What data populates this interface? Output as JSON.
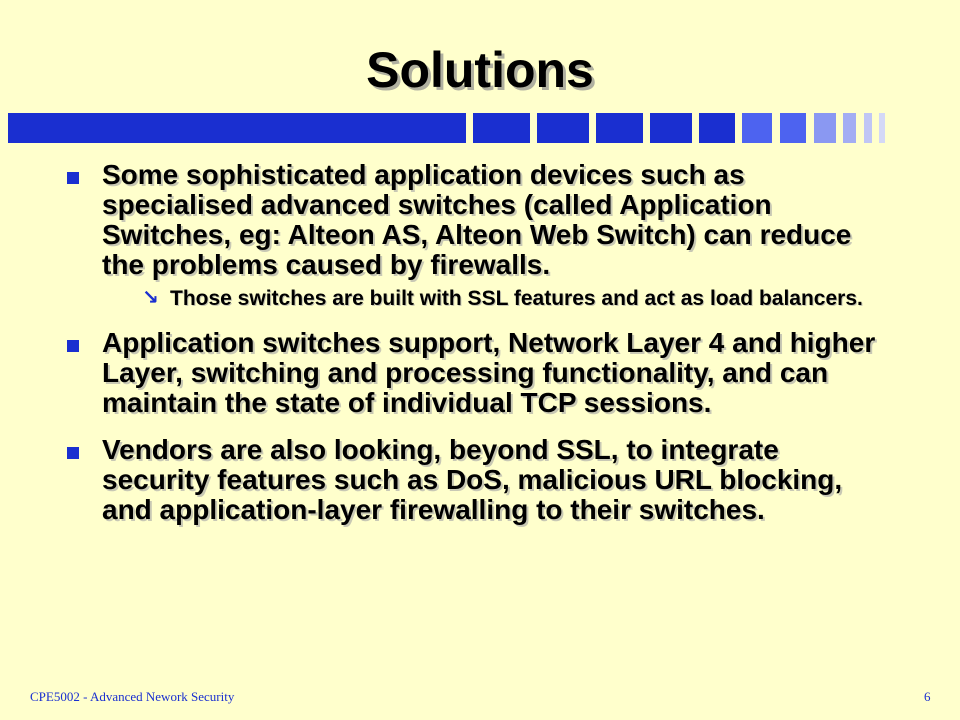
{
  "slide": {
    "title": "Solutions",
    "bullets": [
      {
        "text": "Some sophisticated application devices such as specialised advanced switches (called Application Switches, eg: Alteon AS, Alteon Web Switch) can reduce the problems caused by firewalls.",
        "sub": [
          "Those switches are built with SSL features and act as load balancers."
        ]
      },
      {
        "text": "Application switches support, Network Layer 4 and higher Layer, switching and processing functionality, and can maintain the state of individual TCP sessions."
      },
      {
        "text": "Vendors are also looking, beyond SSL, to integrate security features such as DoS, malicious URL blocking, and application-layer firewalling to their switches."
      }
    ]
  },
  "footer": {
    "course": "CPE5002 -  Advanced Nework Security",
    "page_number": "6"
  },
  "colors": {
    "background": "#ffffcc",
    "accent": "#1a2fd0",
    "accent_light": "#4d63f0"
  }
}
